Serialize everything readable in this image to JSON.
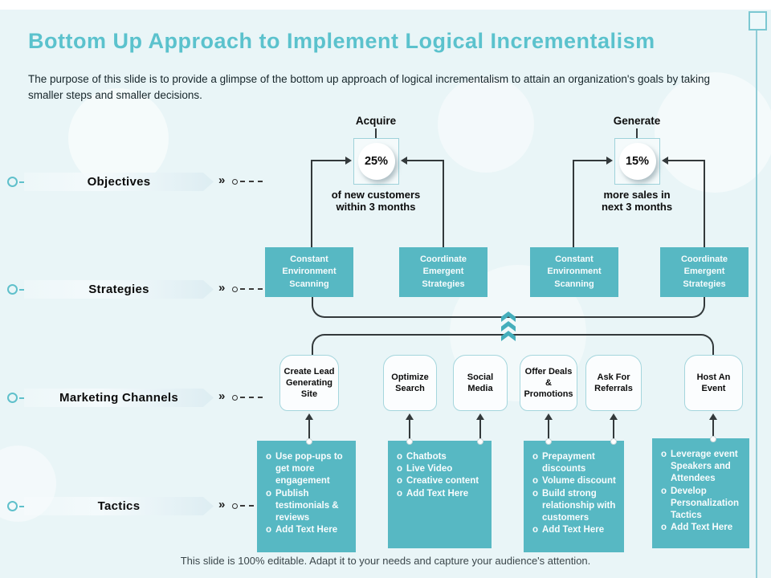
{
  "slide": {
    "title": "Bottom Up Approach to Implement Logical Incrementalism",
    "subtitle": "The purpose of this slide is to provide a glimpse of the bottom up approach of logical incrementalism to attain an organization's goals by taking smaller steps and smaller decisions.",
    "footer": "This slide is 100% editable. Adapt it to your needs and capture your audience's attention."
  },
  "decor": {
    "chevron": "»"
  },
  "rows": [
    {
      "label": "Objectives"
    },
    {
      "label": "Strategies"
    },
    {
      "label": "Marketing Channels"
    },
    {
      "label": "Tactics"
    }
  ],
  "goals": [
    {
      "header": "Acquire",
      "percent": "25%",
      "caption": [
        "of new customers",
        "within 3 months"
      ]
    },
    {
      "header": "Generate",
      "percent": "15%",
      "caption": [
        "more sales in",
        "next 3 months"
      ]
    }
  ],
  "strategies": [
    {
      "label": "Constant Environment Scanning"
    },
    {
      "label": "Coordinate Emergent Strategies"
    },
    {
      "label": "Constant Environment Scanning"
    },
    {
      "label": "Coordinate Emergent Strategies"
    }
  ],
  "channels": [
    {
      "label": "Create Lead Generating Site"
    },
    {
      "label": "Optimize Search"
    },
    {
      "label": "Social Media"
    },
    {
      "label": "Offer Deals & Promotions"
    },
    {
      "label": "Ask For Referrals"
    },
    {
      "label": "Host An Event"
    }
  ],
  "tactics": [
    {
      "items": [
        "Use pop-ups to get more engagement",
        "Publish testimonials & reviews",
        "Add Text Here"
      ]
    },
    {
      "items": [
        "Chatbots",
        "Live Video",
        "Creative content",
        "Add Text Here"
      ]
    },
    {
      "items": [
        "Prepayment discounts",
        "Volume discount",
        "Build strong relationship with customers",
        "Add Text Here"
      ]
    },
    {
      "items": [
        "Leverage event Speakers and Attendees",
        "Develop Personalization Tactics",
        "Add Text Here"
      ]
    }
  ],
  "colors": {
    "accent_teal": "#57b8c3",
    "title_teal": "#5bc2cd",
    "background": "#e9f5f7",
    "line_dark": "#33393b",
    "light_border": "#a5d6dd"
  }
}
